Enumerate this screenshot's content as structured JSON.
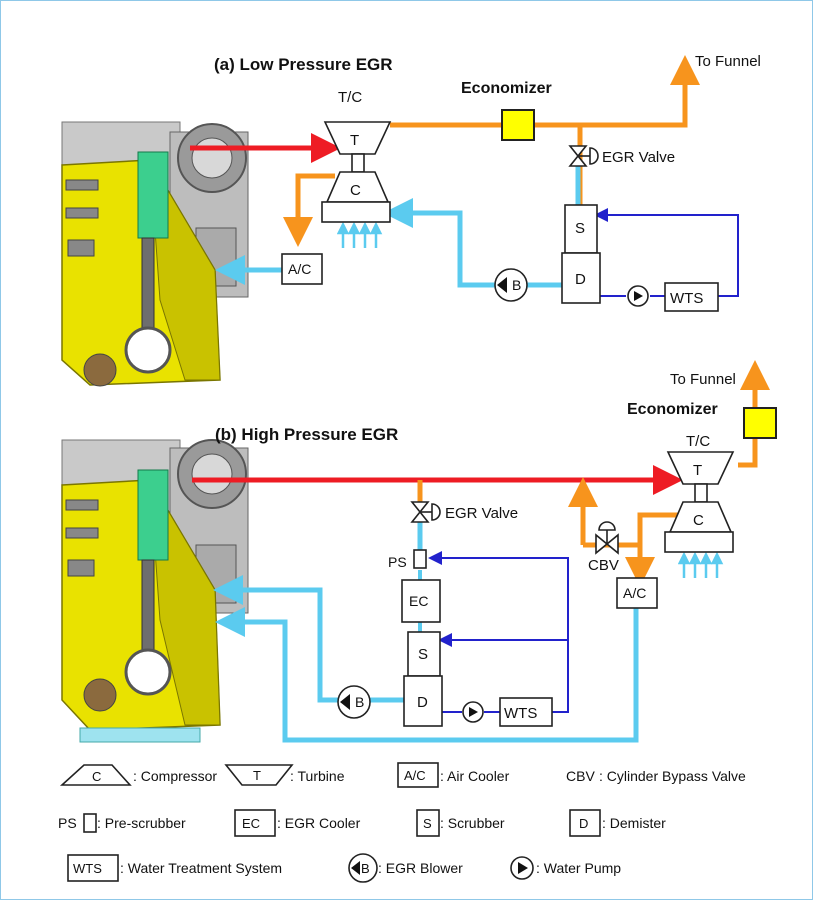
{
  "diagram_a": {
    "title": "(a) Low Pressure  EGR",
    "to_funnel": "To Funnel",
    "economizer": "Economizer",
    "tc": "T/C",
    "turbine_letter": "T",
    "compressor_letter": "C",
    "egr_valve": "EGR Valve",
    "scrubber_letter": "S",
    "demister_letter": "D",
    "air_cooler": "A/C",
    "blower_letter": "B",
    "wts": "WTS"
  },
  "diagram_b": {
    "title": "(b) High Pressure  EGR",
    "to_funnel": "To Funnel",
    "economizer": "Economizer",
    "tc": "T/C",
    "turbine_letter": "T",
    "compressor_letter": "C",
    "egr_valve": "EGR Valve",
    "ps": "PS",
    "ec": "EC",
    "scrubber_letter": "S",
    "demister_letter": "D",
    "cbv": "CBV",
    "air_cooler": "A/C",
    "blower_letter": "B",
    "wts": "WTS"
  },
  "legend": {
    "compressor_symbol": "C",
    "compressor": ": Compressor",
    "turbine_symbol": "T",
    "turbine": ": Turbine",
    "air_cooler_symbol": "A/C",
    "air_cooler": ": Air Cooler",
    "cbv_symbol": "CBV",
    "cbv": ": Cylinder Bypass Valve",
    "ps_symbol": "PS",
    "ps": ": Pre-scrubber",
    "ec_symbol": "EC",
    "ec": ": EGR Cooler",
    "s_symbol": "S",
    "s": ": Scrubber",
    "d_symbol": "D",
    "d": ": Demister",
    "wts_symbol": "WTS",
    "wts": ": Water Treatment System",
    "blower_symbol": "B",
    "blower": ": EGR Blower",
    "pump": ": Water Pump"
  },
  "colors": {
    "exhaust": "#ee1c24",
    "egr_gas": "#f7941d",
    "scavenge_air": "#5bcbef",
    "water": "#2222cc",
    "economizer": "#ffff00",
    "engine_yellow": "#e9e200",
    "engine_green": "#3ccf8e",
    "frame": "#8fc8e8"
  }
}
